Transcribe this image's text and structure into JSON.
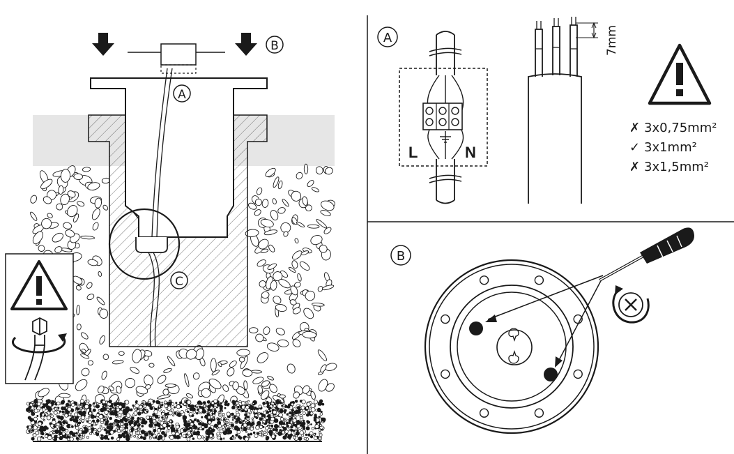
{
  "left_panel": {
    "callout_a": "A",
    "callout_b": "B",
    "callout_c": "C"
  },
  "panel_a": {
    "callout": "A",
    "live_label": "L",
    "neutral_label": "N",
    "strip_length": "7mm",
    "cable_options": [
      {
        "mark": "✗",
        "text": "3x0,75mm²"
      },
      {
        "mark": "✓",
        "text": "3x1mm²"
      },
      {
        "mark": "✗",
        "text": "3x1,5mm²"
      }
    ]
  },
  "panel_b": {
    "callout": "B"
  },
  "colors": {
    "line": "#1a1a1a",
    "paving": "#e6e6e6",
    "background": "#ffffff"
  }
}
